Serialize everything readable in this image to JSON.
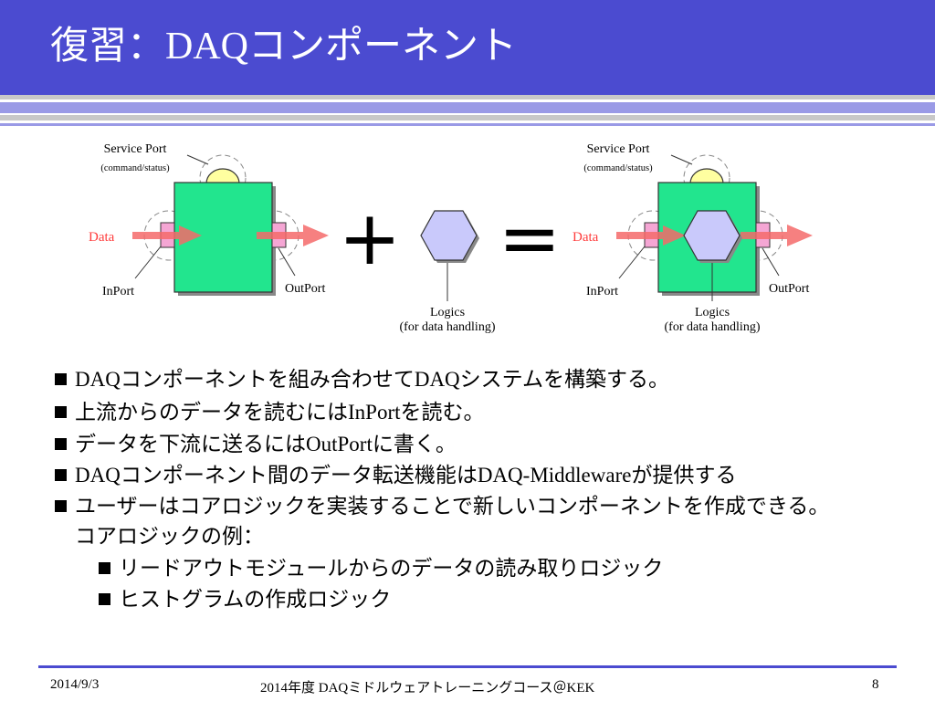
{
  "slide": {
    "title": "復習：DAQコンポーネント"
  },
  "diagram": {
    "left": {
      "service_port": "Service Port",
      "service_port_sub": "(command/status)",
      "data": "Data",
      "inport": "InPort",
      "outport": "OutPort"
    },
    "middle": {
      "plus": "+",
      "logics": "Logics",
      "logics_sub": "(for data handling)",
      "equals": "="
    },
    "right": {
      "service_port": "Service Port",
      "service_port_sub": "(command/status)",
      "data": "Data",
      "inport": "InPort",
      "outport": "OutPort",
      "logics": "Logics",
      "logics_sub": "(for data handling)"
    },
    "colors": {
      "component_fill": "#22e58e",
      "port_fill": "#f5a6d4",
      "service_fill": "#ffffa0",
      "logic_fill": "#c9c9fb",
      "data_arrow": "#f56a6a",
      "data_label": "#ff3b3b"
    }
  },
  "bullets": [
    "DAQコンポーネントを組み合わせてDAQシステムを構築する。",
    "上流からのデータを読むにはInPortを読む。",
    "データを下流に送るにはOutPortに書く。",
    "DAQコンポーネント間のデータ転送機能はDAQ-Middlewareが提供する",
    "ユーザーはコアロジックを実装することで新しいコンポーネントを作成できる。",
    "コアロジックの例："
  ],
  "sub_bullets": [
    "リードアウトモジュールからのデータの読み取りロジック",
    "ヒストグラムの作成ロジック"
  ],
  "footer": {
    "date": "2014/9/3",
    "center": "2014年度 DAQミドルウェアトレーニングコース＠KEK",
    "page": "8"
  },
  "theme": {
    "title_bar": "#4b4bd0",
    "stripe_light": "#9a9ae6"
  }
}
